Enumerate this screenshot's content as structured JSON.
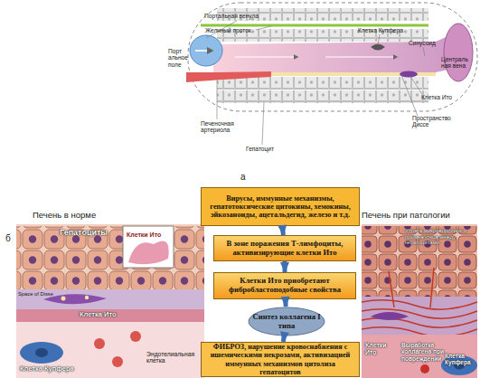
{
  "diagram": {
    "nodes": [
      {
        "text": [
          "Вирусы, иммунные механизмы, гепатотоксические цитокины, хемокины, эйкозаноиды, ацетальдегид, железо и т.д."
        ]
      },
      {
        "text": [
          "В зоне поражения Т-лимфоциты, активизирующие клетки Ито"
        ]
      },
      {
        "text": [
          "Клетки Ито приобретают фибробластоподобные свойства"
        ]
      },
      {
        "text": [
          "Синтез коллагена I типа"
        ]
      },
      {
        "text": [
          "ФИБРОЗ, нарушение кровоснабжения с ишемическими некрозами, активизацией иммунных механизмов цитолиза гепатоцитов"
        ]
      }
    ],
    "edges": [
      {
        "from": 0,
        "to": 1,
        "arrow": "to"
      },
      {
        "from": 1,
        "to": 2,
        "arrow": "to"
      },
      {
        "from": 2,
        "to": 3,
        "arrow": "to"
      },
      {
        "from": 3,
        "to": 4,
        "arrow": "to"
      }
    ],
    "labels": [
      "Портальная венула",
      "Желчный проток",
      "Порт альное поле",
      "Клетка Купфера",
      "Синусоид",
      "Централь ная вена",
      "Клетка Ито",
      "Пространство Диссе",
      "Печеночная артериола",
      "Гепатоцит",
      "а",
      "б",
      "Печень в норме",
      "Печень при патологии",
      "Гепатоциты",
      "Клетки Ито",
      "Space of Disse",
      "Клетка Ито",
      "Эндотелиальная клетка",
      "Клетка Купфера",
      "Утрата микроворсинок и промежутков между гепатоцитами",
      "Клетки Ито",
      "Выработка коллагена при повреждении",
      "Клетка Купфера"
    ]
  }
}
